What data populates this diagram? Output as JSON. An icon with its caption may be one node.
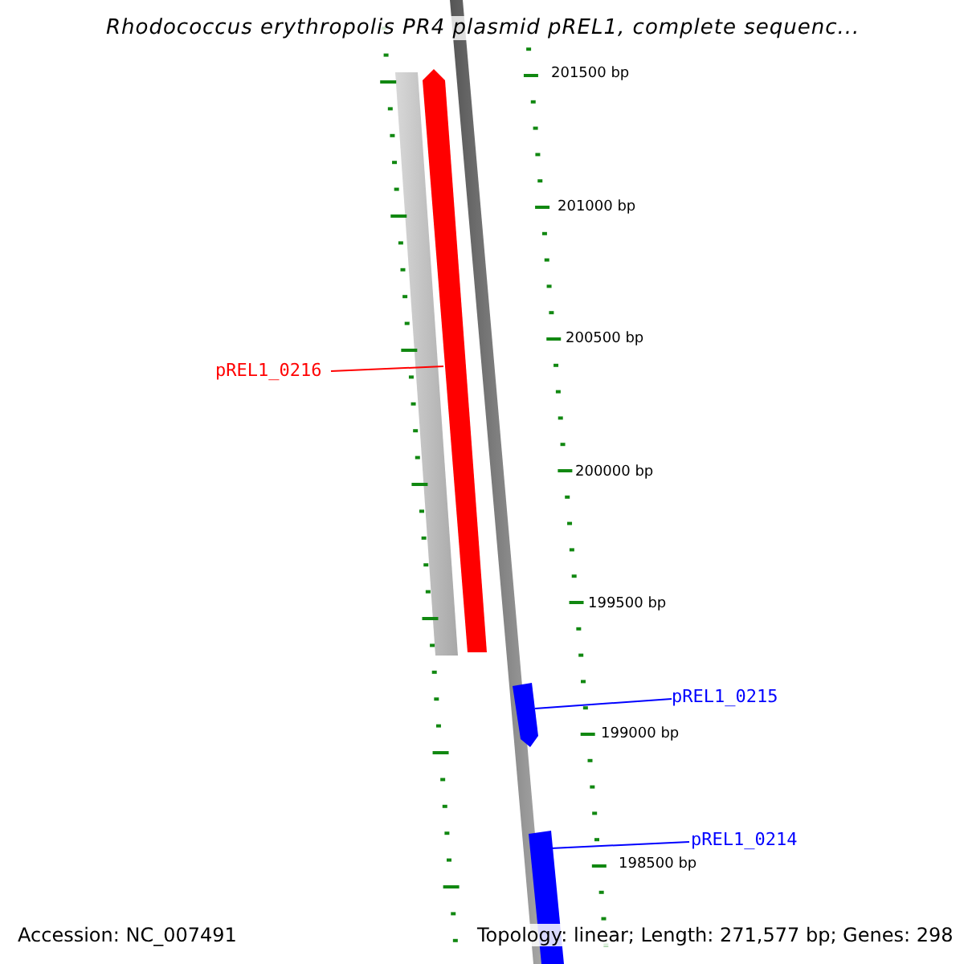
{
  "diagram": {
    "title": "Rhodococcus erythropolis PR4 plasmid pREL1, complete sequenc...",
    "nodes": [
      {
        "text": [
          "pREL1_0216"
        ]
      },
      {
        "text": [],
        "shape": "bar"
      },
      {
        "text": [
          "pREL1_0215"
        ]
      },
      {
        "text": [],
        "shape": "bar"
      },
      {
        "text": [
          "pREL1_0214"
        ]
      },
      {
        "text": [],
        "shape": "bar"
      }
    ],
    "edges": [
      {
        "from": 0,
        "to": 1,
        "arrow": "none",
        "color": "#ff0000"
      },
      {
        "from": 2,
        "to": 3,
        "arrow": "none",
        "color": "#0000ff"
      },
      {
        "from": 4,
        "to": 5,
        "arrow": "none",
        "color": "#0000ff"
      }
    ],
    "labels": [
      "201500 bp",
      "201000 bp",
      "200500 bp",
      "200000 bp",
      "199500 bp",
      "199000 bp",
      "198500 bp",
      "Accession: NC_007491",
      "Topology: linear; Length: 271,577 bp; Genes: 298"
    ]
  }
}
